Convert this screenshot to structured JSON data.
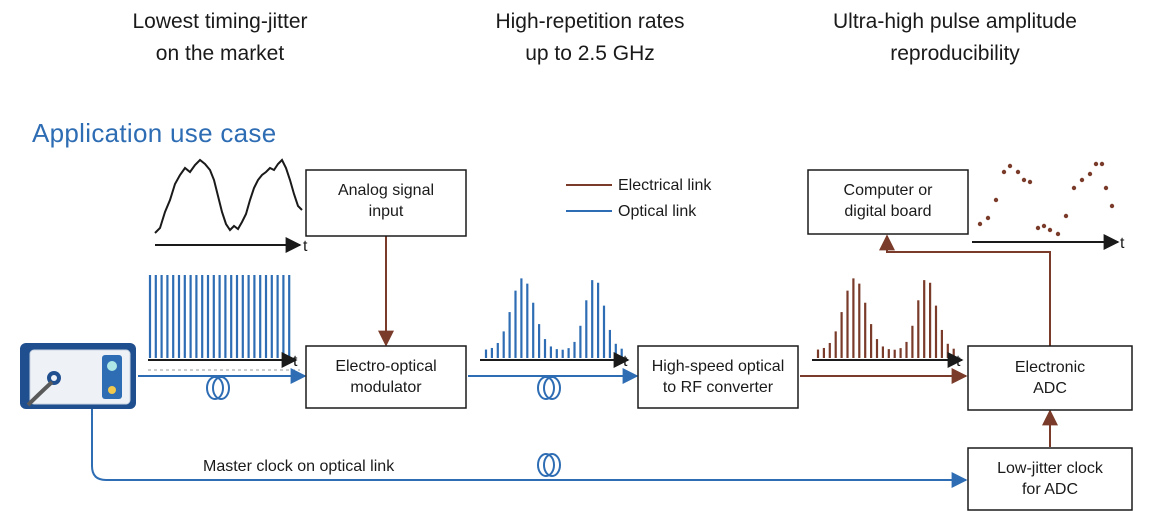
{
  "headers": [
    {
      "line1": "Lowest timing-jitter",
      "line2": "on the market"
    },
    {
      "line1": "High-repetition rates",
      "line2": "up to 2.5 GHz"
    },
    {
      "line1": "Ultra-high pulse amplitude",
      "line2": "reproducibility"
    }
  ],
  "section_title": "Application use case",
  "legend": {
    "electrical": "Electrical link",
    "optical": "Optical link"
  },
  "boxes": {
    "analog_input": [
      "Analog signal",
      "input"
    ],
    "eo_modulator": [
      "Electro-optical",
      "modulator"
    ],
    "converter": [
      "High-speed optical",
      "to RF converter"
    ],
    "adc": [
      "Electronic",
      "ADC"
    ],
    "computer": [
      "Computer or",
      "digital board"
    ],
    "clock": [
      "Low-jitter clock",
      "for ADC"
    ]
  },
  "master_clock_label": "Master clock on optical link",
  "axis_label": "t",
  "colors": {
    "optical": "#2e6db4",
    "electrical": "#7a3b2a",
    "text": "#1a1a1a"
  },
  "icons": [
    "laser-device-icon",
    "fiber-coil-icon"
  ]
}
